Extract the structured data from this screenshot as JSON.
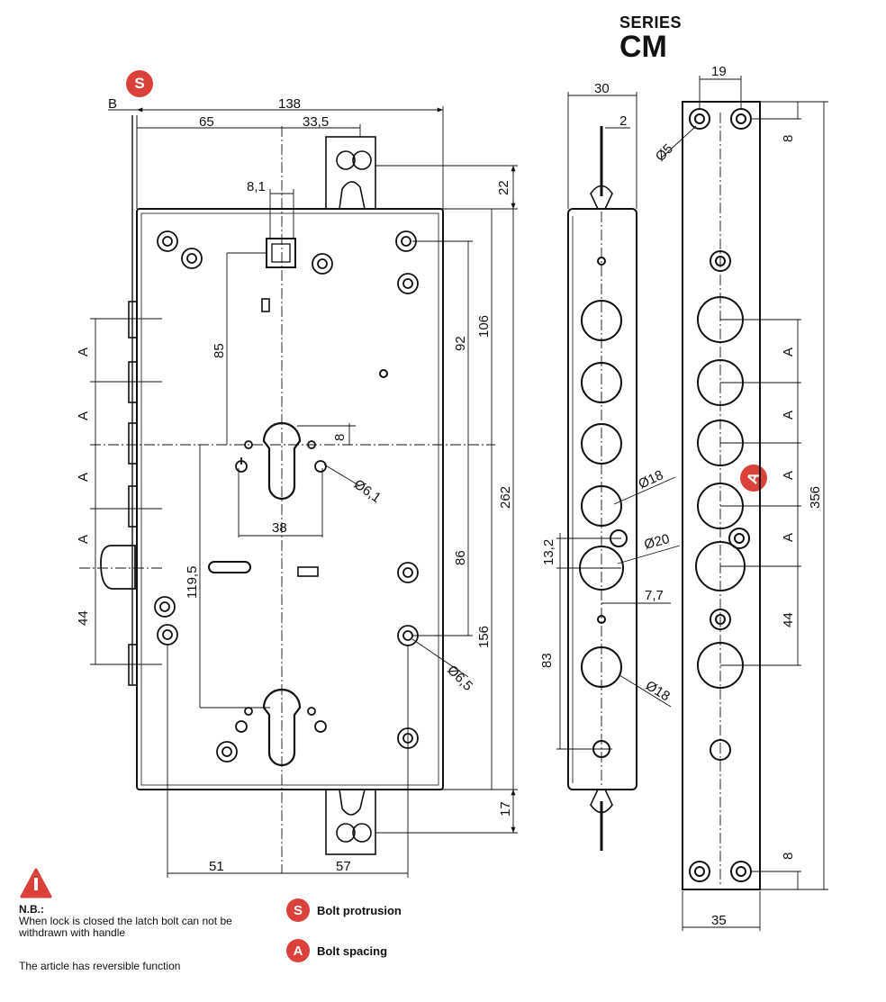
{
  "series": {
    "line1": "SERIES",
    "line2": "CM"
  },
  "markers": {
    "s_letter": "S",
    "a_letter": "A"
  },
  "legend": {
    "s_letter": "S",
    "s_label": "Bolt protrusion",
    "a_letter": "A",
    "a_label": "Bolt spacing"
  },
  "note": {
    "title": "N.B.:",
    "text": "When lock is closed the latch bolt can not be withdrawn with handle",
    "reversible": "The article has reversible function",
    "warning_icon": "warning-triangle-icon"
  },
  "front_view": {
    "dims": {
      "b": "B",
      "width_total": "138",
      "left_to_axis": "65",
      "axis_to_tongue": "33,5",
      "slot_width": "8,1",
      "tongue_height": "22",
      "d85": "85",
      "d92": "92",
      "d106": "106",
      "d8": "8",
      "hole_dia": "Ø6,1",
      "d38": "38",
      "d119_5": "119,5",
      "d86": "86",
      "d262": "262",
      "d156": "156",
      "fix_dia": "Ø6,5",
      "d17": "17",
      "d51": "51",
      "d57": "57",
      "bolt_a": "A",
      "d44": "44"
    }
  },
  "side_view": {
    "dims": {
      "d30": "30",
      "d2": "2",
      "dia18_top": "Ø18",
      "dia20": "Ø20",
      "d13_2": "13,2",
      "d7_7": "7,7",
      "d83": "83",
      "dia18_bottom": "Ø18"
    }
  },
  "faceplate": {
    "dims": {
      "d19": "19",
      "dia5": "Ø5",
      "d8_top": "8",
      "bolt_a": "A",
      "d44": "44",
      "d356": "356",
      "d8_bottom": "8",
      "d35": "35"
    }
  },
  "colors": {
    "accent": "#d9413a",
    "line": "#111111"
  }
}
